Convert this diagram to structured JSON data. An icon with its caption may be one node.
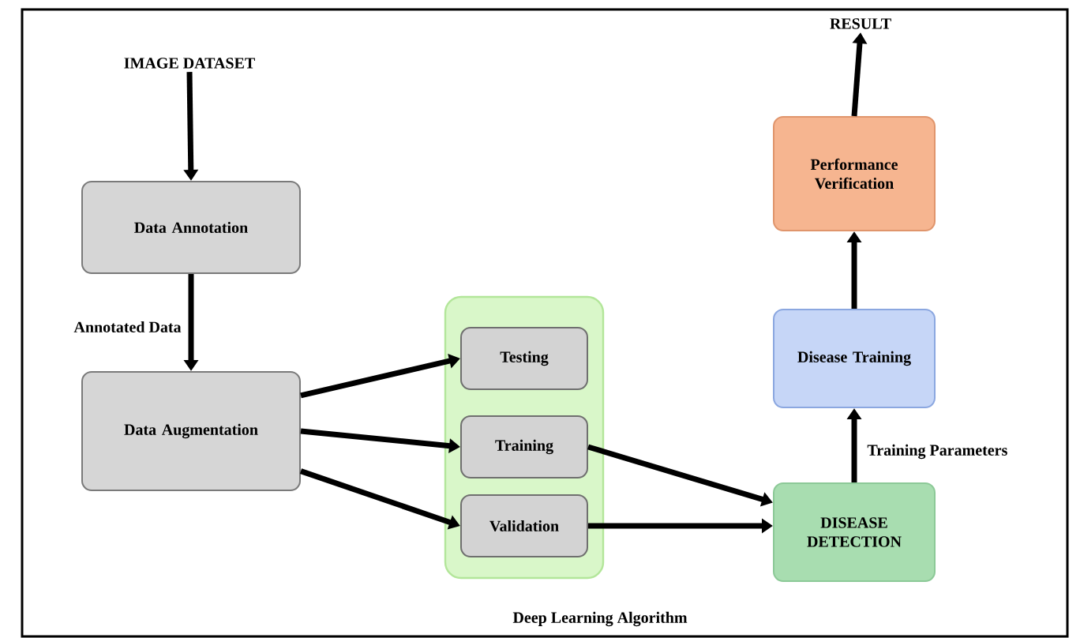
{
  "diagram": {
    "nodes": [
      {
        "text": [
          "IMAGE DATASET"
        ]
      },
      {
        "text": [
          "Data Annotation"
        ]
      },
      {
        "text": [
          "Data Augmentation"
        ]
      },
      {
        "text": [
          "Deep Learning Algorithm"
        ]
      },
      {
        "text": [
          "Testing"
        ],
        "in": 3
      },
      {
        "text": [
          "Training"
        ],
        "in": 3
      },
      {
        "text": [
          "Validation"
        ],
        "in": 3
      },
      {
        "text": [
          "DISEASE DETECTION"
        ]
      },
      {
        "text": [
          "Disease Training"
        ]
      },
      {
        "text": [
          "Performance Verification"
        ]
      },
      {
        "text": [
          "RESULT"
        ]
      }
    ],
    "edges": [
      {
        "from": 0,
        "to": 1,
        "arrow": "to"
      },
      {
        "from": 1,
        "to": 2,
        "arrow": "to",
        "label": "Annotated Data"
      },
      {
        "from": 2,
        "to": 4,
        "arrow": "to"
      },
      {
        "from": 2,
        "to": 5,
        "arrow": "to"
      },
      {
        "from": 2,
        "to": 6,
        "arrow": "to"
      },
      {
        "from": 5,
        "to": 7,
        "arrow": "to"
      },
      {
        "from": 6,
        "to": 7,
        "arrow": "to"
      },
      {
        "from": 7,
        "to": 8,
        "arrow": "to",
        "label": "Training Parameters"
      },
      {
        "from": 8,
        "to": 9,
        "arrow": "to"
      },
      {
        "from": 9,
        "to": 10,
        "arrow": "to"
      }
    ]
  }
}
